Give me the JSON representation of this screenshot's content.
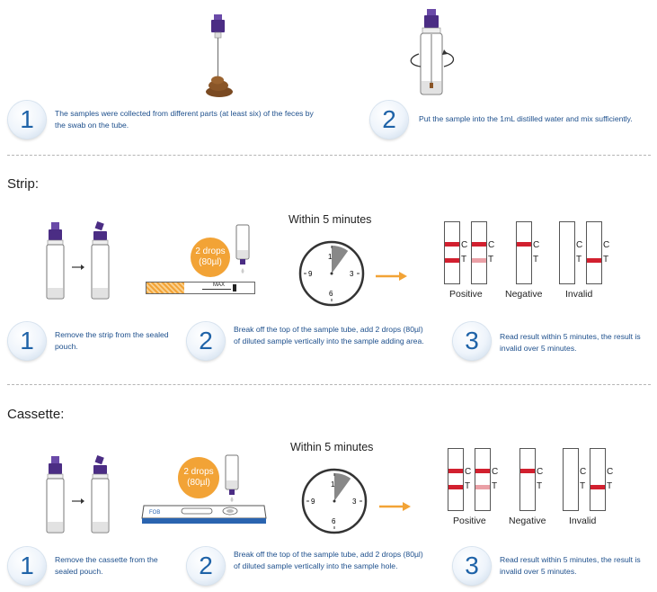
{
  "top": {
    "step1": {
      "number": "1",
      "text": "The samples were collected from different parts (at least six) of the feces by the swab on the tube."
    },
    "step2": {
      "number": "2",
      "text": "Put the sample into the 1mL distilled water and mix sufficiently."
    }
  },
  "strip": {
    "title": "Strip:",
    "within": "Within 5 minutes",
    "drops": {
      "line1": "2 drops",
      "line2": "(80µl)"
    },
    "max_label": "MAX",
    "clock": {
      "n12": "1",
      "n3": "3",
      "n6": "6",
      "n9": "9"
    },
    "results": {
      "positive": "Positive",
      "negative": "Negative",
      "invalid": "Invalid",
      "c": "C",
      "t": "T"
    },
    "step1": {
      "number": "1",
      "text": "Remove the strip from the sealed pouch."
    },
    "step2": {
      "number": "2",
      "text": "Break off the top of the sample tube, add 2 drops (80µl) of diluted sample vertically into the sample adding area."
    },
    "step3": {
      "number": "3",
      "text": "Read result within 5 minutes, the result is invalid over 5 minutes."
    }
  },
  "cassette": {
    "title": "Cassette:",
    "within": "Within 5 minutes",
    "drops": {
      "line1": "2 drops",
      "line2": "(80µl)"
    },
    "cassette_label": "FOB",
    "clock": {
      "n12": "1",
      "n3": "3",
      "n6": "6",
      "n9": "9"
    },
    "results": {
      "positive": "Positive",
      "negative": "Negative",
      "invalid": "Invalid",
      "c": "C",
      "t": "T"
    },
    "step1": {
      "number": "1",
      "text": "Remove the cassette from the sealed pouch."
    },
    "step2": {
      "number": "2",
      "text": "Break off the top of the sample tube, add 2 drops (80µl) of diluted sample vertically into the sample hole."
    },
    "step3": {
      "number": "3",
      "text": "Read result within 5 minutes, the result is invalid over 5 minutes."
    }
  },
  "colors": {
    "accent_blue": "#1f63a8",
    "cap_purple": "#4b2d84",
    "line_red": "#d2202f",
    "faint_red": "#eaa0a6",
    "orange": "#f2a336"
  }
}
